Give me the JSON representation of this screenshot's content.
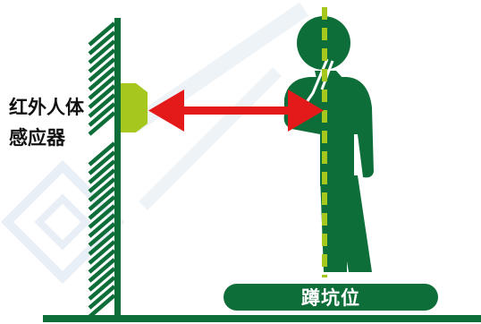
{
  "sensor_label": {
    "line1": "红外人体",
    "line2": "感应器"
  },
  "pit_label": "蹲坑位",
  "colors": {
    "wall": "#0e6e3a",
    "person": "#0e6e3a",
    "sensor": "#a6c81e",
    "arrow": "#e41a1a",
    "centerline": "#a6c81e",
    "watermark": "#e6eef6"
  },
  "icons": [
    "hatched-wall-icon",
    "sensor-icon",
    "double-arrow-icon",
    "person-icon",
    "centerline-icon"
  ]
}
